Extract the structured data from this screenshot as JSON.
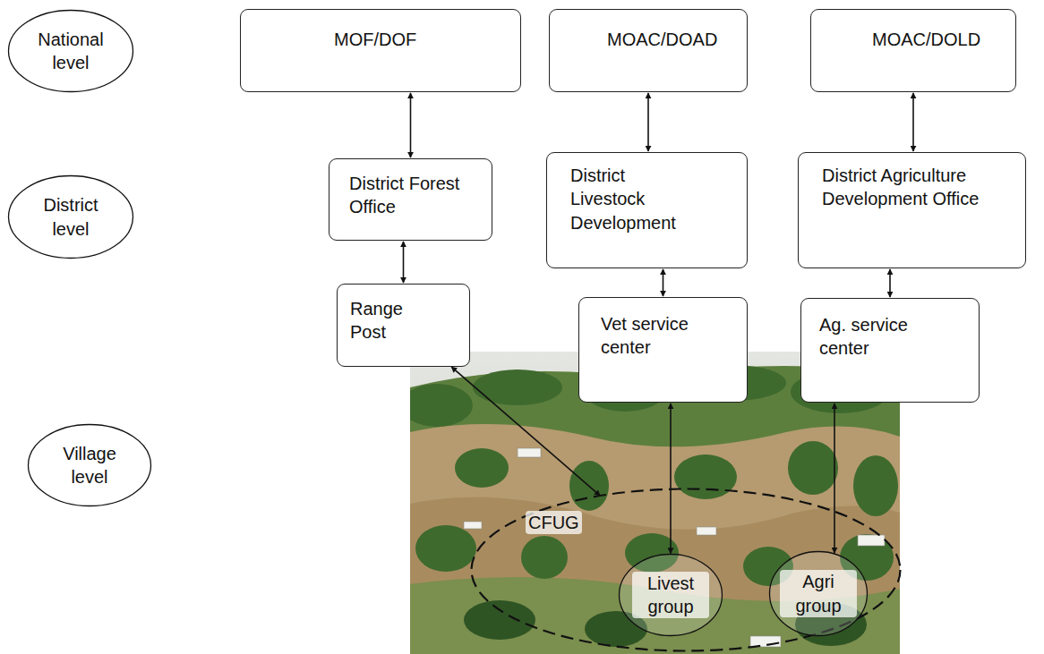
{
  "diagram": {
    "nodes": [
      {
        "text": [
          "National level"
        ]
      },
      {
        "text": [
          "MOF/DOF"
        ]
      },
      {
        "text": [
          "MOAC/DOAD"
        ]
      },
      {
        "text": [
          "MOAC/DOLD"
        ]
      },
      {
        "text": [
          "District level"
        ]
      },
      {
        "text": [
          "District Forest Office"
        ]
      },
      {
        "text": [
          "District Livestock Development"
        ]
      },
      {
        "text": [
          "District Agriculture Development Office"
        ]
      },
      {
        "text": [
          "Range Post"
        ]
      },
      {
        "text": [
          "Vet service center"
        ]
      },
      {
        "text": [
          "Ag. service center"
        ]
      },
      {
        "text": [
          "Village level"
        ]
      },
      {
        "text": [
          "CFUG"
        ]
      },
      {
        "text": [
          "Livest group"
        ],
        "in": 12
      },
      {
        "text": [
          "Agri group"
        ],
        "in": 12
      }
    ],
    "edges": [
      {
        "from": 1,
        "to": 5,
        "arrow": "both"
      },
      {
        "from": 5,
        "to": 8,
        "arrow": "both"
      },
      {
        "from": 2,
        "to": 6,
        "arrow": "both"
      },
      {
        "from": 6,
        "to": 9,
        "arrow": "both"
      },
      {
        "from": 3,
        "to": 7,
        "arrow": "both"
      },
      {
        "from": 7,
        "to": 10,
        "arrow": "both"
      },
      {
        "from": 8,
        "to": 12,
        "arrow": "both"
      },
      {
        "from": 9,
        "to": 13,
        "arrow": "both"
      },
      {
        "from": 10,
        "to": 14,
        "arrow": "both"
      }
    ]
  }
}
